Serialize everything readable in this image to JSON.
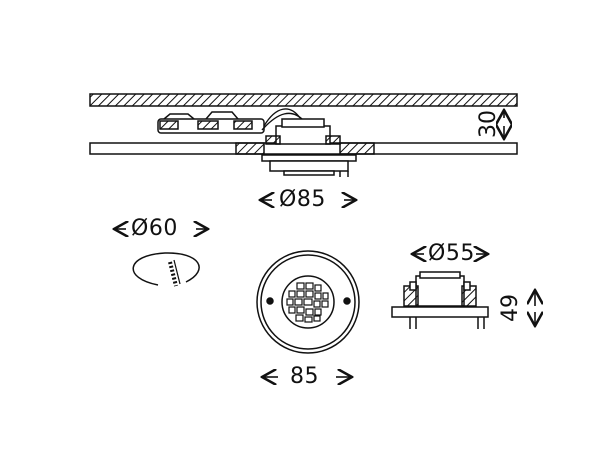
{
  "dimensions": {
    "ceiling_gap": "30",
    "side_diameter": "Ø85",
    "cutout_diameter": "Ø60",
    "front_diameter": "85",
    "module_diameter": "Ø55",
    "module_height": "49"
  },
  "colors": {
    "line": "#111111",
    "background": "#ffffff"
  }
}
